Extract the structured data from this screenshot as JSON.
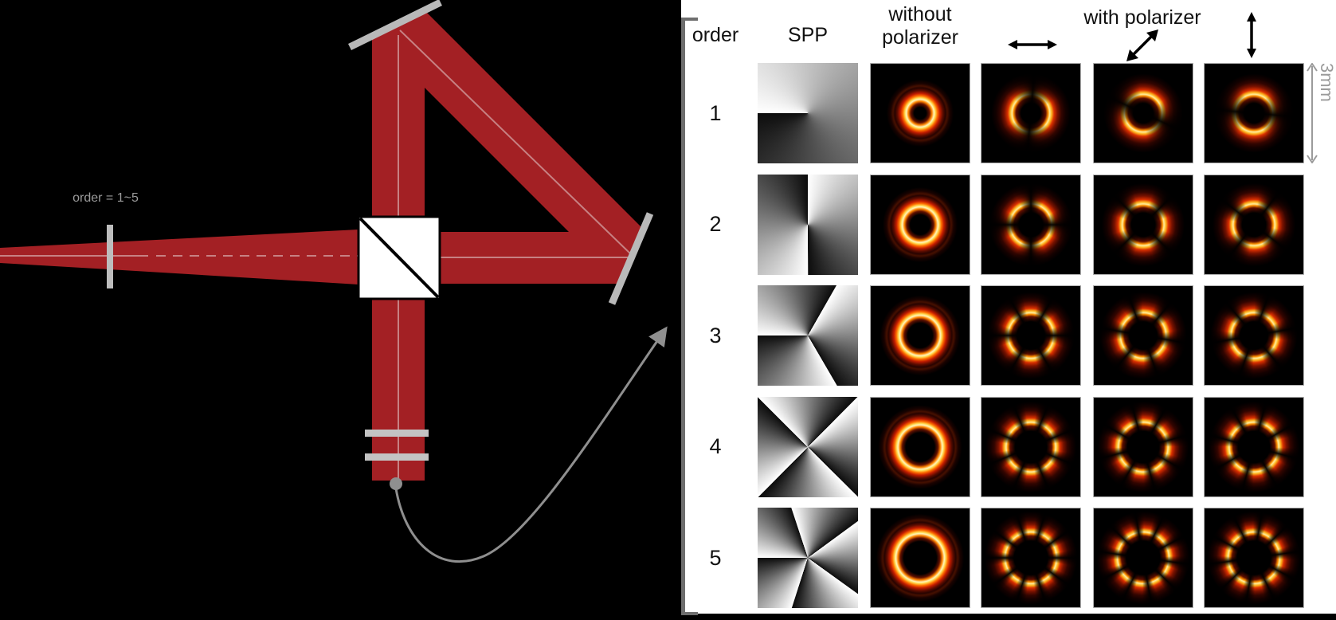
{
  "diagram": {
    "order_label": "order = 1~5",
    "components": [
      "input-beam",
      "spiral-phase-plate",
      "beamsplitter-cube",
      "mirror",
      "mirror",
      "filter-plates",
      "fiber-pointer"
    ],
    "colors": {
      "beam_red": "#a32024",
      "mirror_gray": "#b9b9b9",
      "annotation_gray": "#9b9b9b",
      "background": "#000000"
    }
  },
  "panel": {
    "headers": {
      "order": "order",
      "spp": "SPP",
      "without_polarizer": "without\npolarizer",
      "with_polarizer": "with polarizer"
    },
    "polarizer_orientations": [
      "horizontal",
      "diagonal",
      "vertical"
    ],
    "scale_label": "3mm",
    "rows": [
      {
        "order": "1",
        "spp_sectors": 1,
        "spp_from": 270,
        "lobes": 2,
        "ring_r": 28,
        "petal_r": 38,
        "petal_from": [
          5,
          115,
          95
        ]
      },
      {
        "order": "2",
        "spp_sectors": 2,
        "spp_from": 0,
        "lobes": 4,
        "ring_r": 36,
        "petal_r": 42,
        "petal_from": [
          0,
          45,
          38
        ]
      },
      {
        "order": "3",
        "spp_sectors": 3,
        "spp_from": 270,
        "lobes": 6,
        "ring_r": 41,
        "petal_r": 46,
        "petal_from": [
          30,
          40,
          20
        ]
      },
      {
        "order": "4",
        "spp_sectors": 4,
        "spp_from": 315,
        "lobes": 8,
        "ring_r": 45,
        "petal_r": 50,
        "petal_from": [
          22.5,
          30,
          15
        ]
      },
      {
        "order": "5",
        "spp_sectors": 5,
        "spp_from": 270,
        "lobes": 10,
        "ring_r": 49,
        "petal_r": 52,
        "petal_from": [
          18,
          26,
          10
        ]
      }
    ]
  }
}
